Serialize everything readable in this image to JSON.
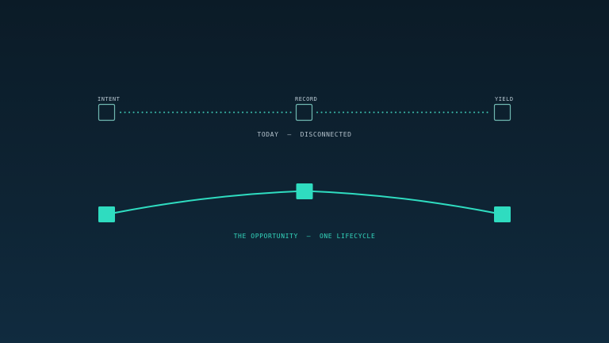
{
  "today": {
    "nodes": [
      {
        "label": "INTENT"
      },
      {
        "label": "RECORD"
      },
      {
        "label": "YIELD"
      }
    ],
    "caption": "TODAY  —  DISCONNECTED",
    "connector_style": "dotted"
  },
  "opportunity": {
    "caption": "THE OPPORTUNITY  —  ONE LIFECYCLE",
    "connector_style": "curve"
  },
  "colors": {
    "accent": "#2fdcc0",
    "outline": "#6fb7b0",
    "dots": "#3bbfae",
    "label_gray": "#b8c8d2",
    "background_top": "#0b1b27",
    "background_bottom": "#102b3f"
  }
}
